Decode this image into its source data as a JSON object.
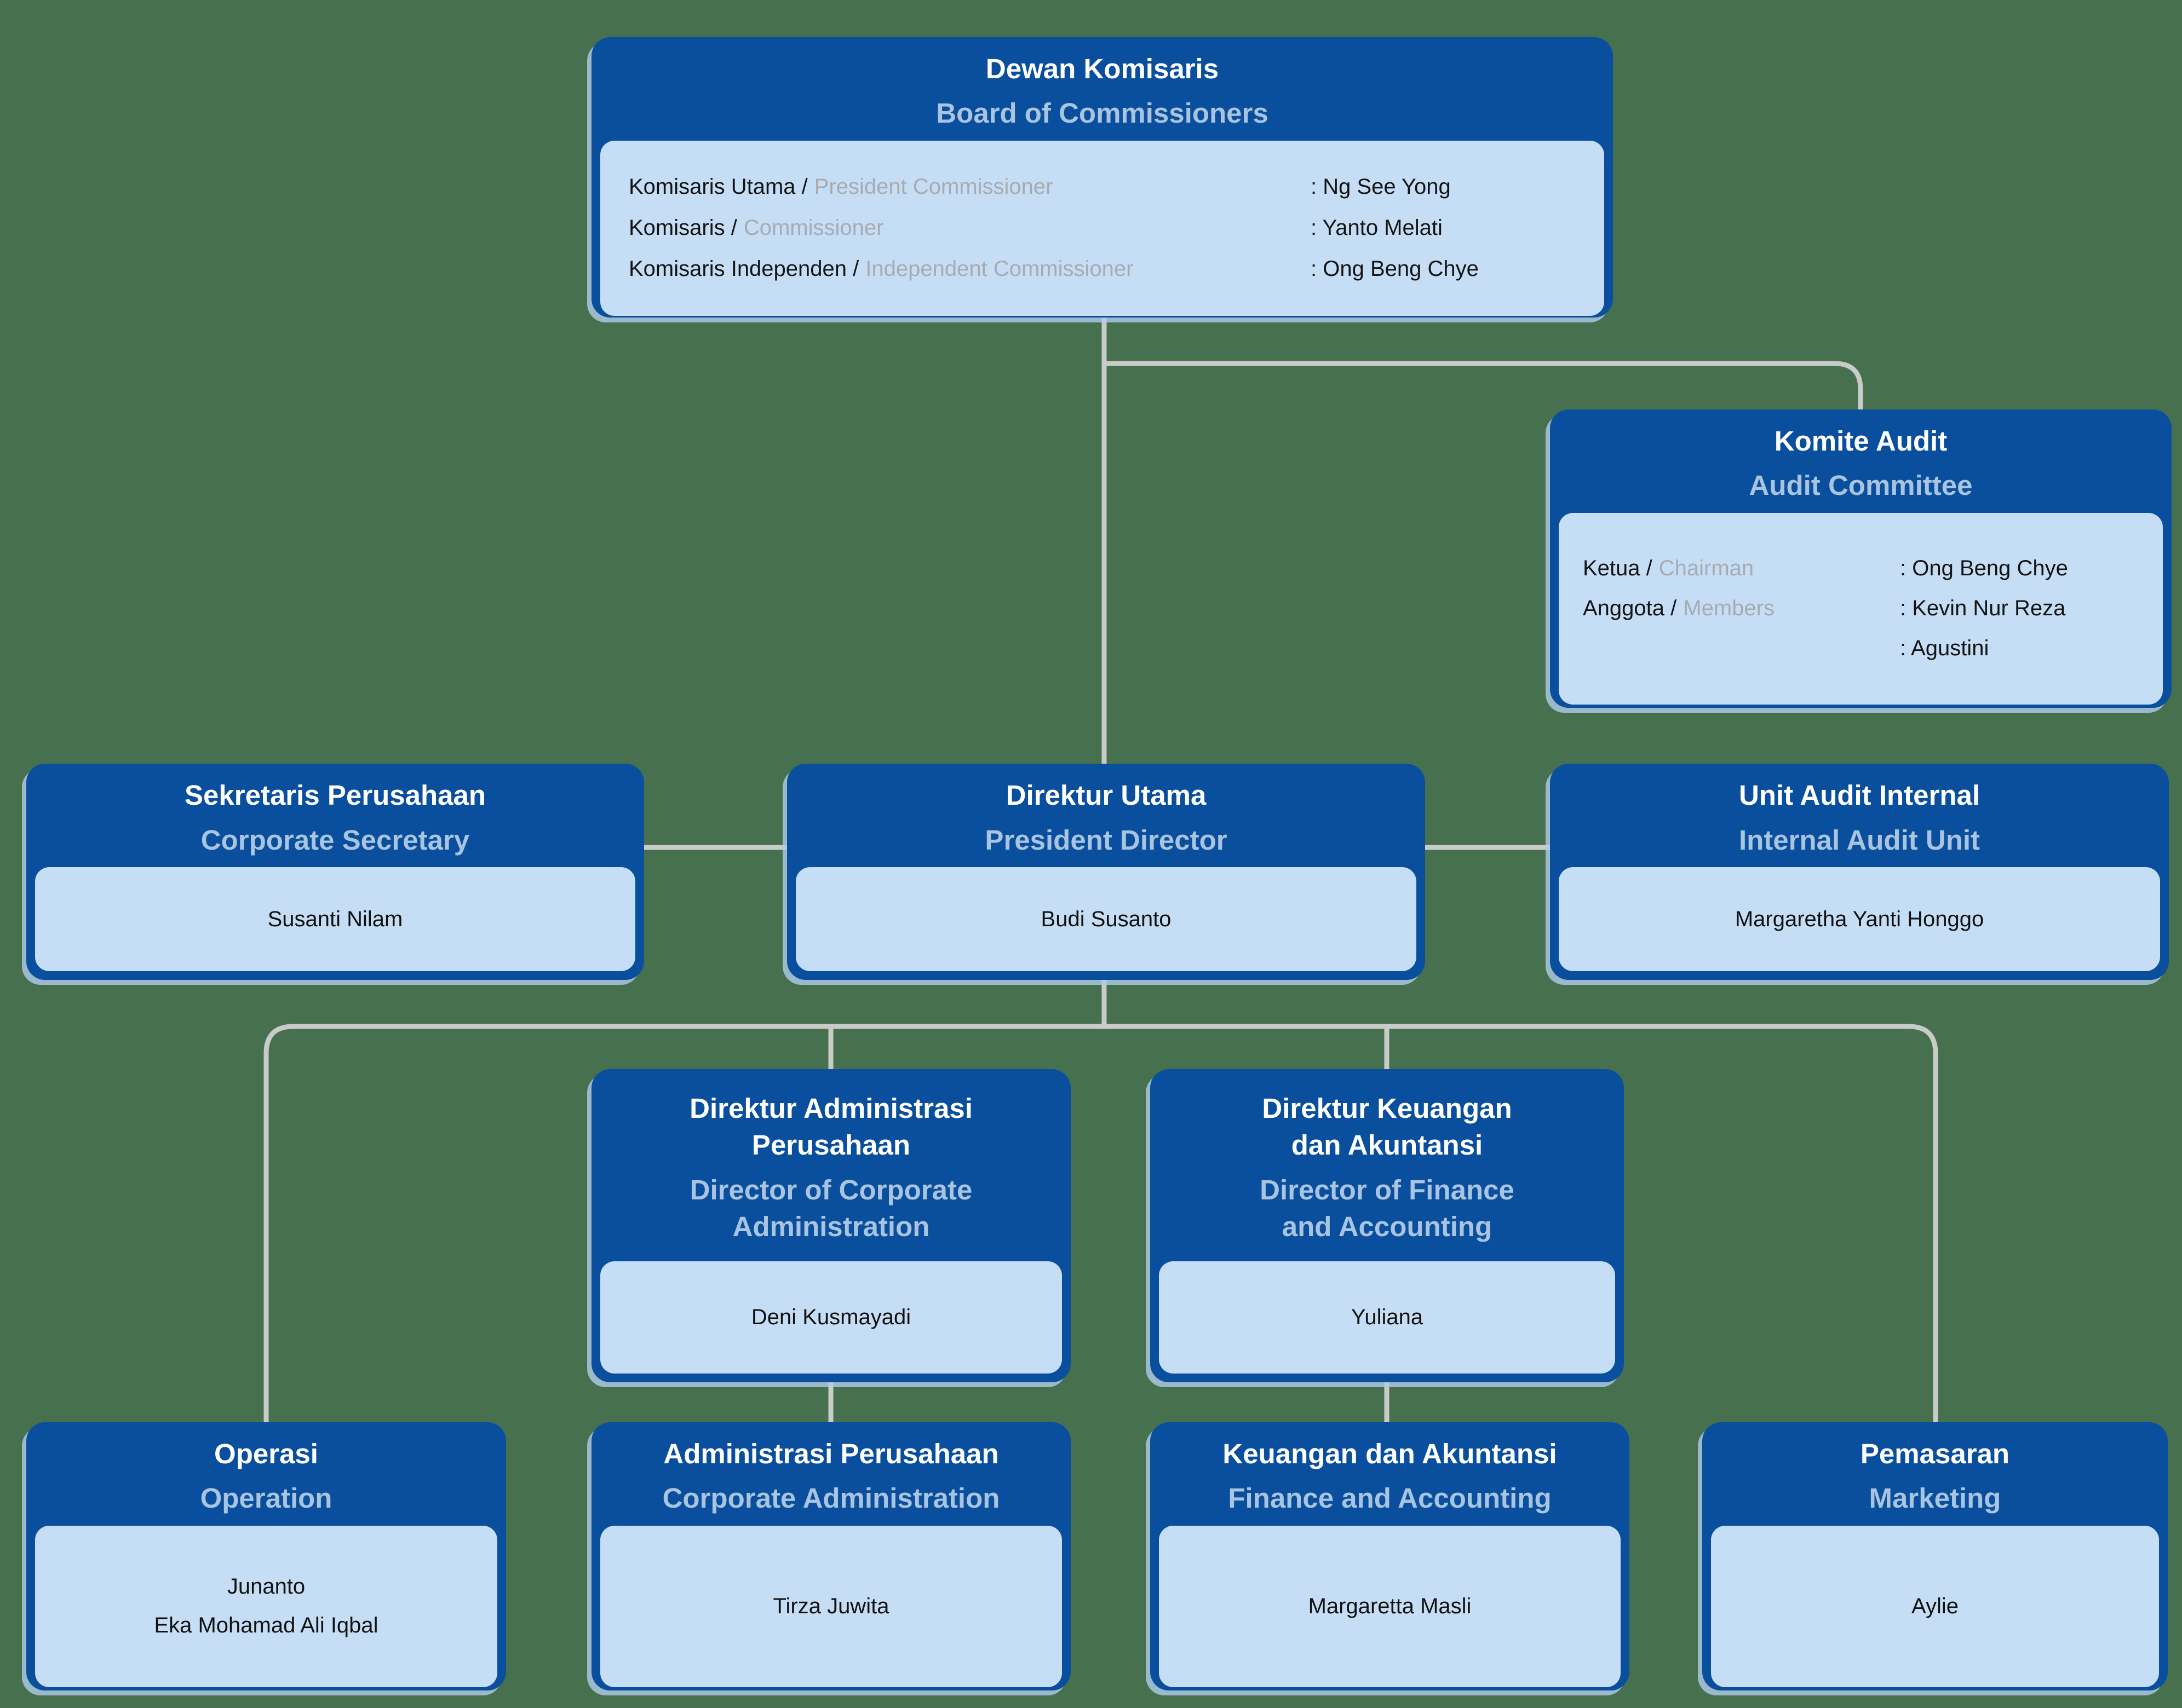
{
  "colors": {
    "background": "#47714e",
    "node_header_blue": "#0a4f9d",
    "node_body_blue": "#c6def5",
    "title_en_blue": "#a9c4e0",
    "label_en_gray": "#a7abb0",
    "text_dark": "#141414",
    "connector": "#c9cbc9"
  },
  "nodes": {
    "dewan_komisaris": {
      "title_id": "Dewan Komisaris",
      "title_en": "Board of Commissioners",
      "members": [
        {
          "label": "Komisaris Utama /",
          "label_en": "President Commissioner",
          "value": ": Ng See Yong"
        },
        {
          "label": "Komisaris /",
          "label_en": "Commissioner",
          "value": ": Yanto Melati"
        },
        {
          "label": "Komisaris Independen /",
          "label_en": "Independent Commissioner",
          "value": ": Ong Beng Chye"
        }
      ]
    },
    "komite_audit": {
      "title_id": "Komite Audit",
      "title_en": "Audit Committee",
      "members": [
        {
          "label": "Ketua /",
          "label_en": "Chairman",
          "value": ": Ong Beng Chye"
        },
        {
          "label": "Anggota /",
          "label_en": "Members",
          "value": ": Kevin Nur Reza"
        },
        {
          "label": "",
          "label_en": "",
          "value": ": Agustini"
        }
      ]
    },
    "sekretaris_perusahaan": {
      "title_id": "Sekretaris Perusahaan",
      "title_en": "Corporate Secretary",
      "names": [
        "Susanti Nilam"
      ]
    },
    "direktur_utama": {
      "title_id": "Direktur Utama",
      "title_en": "President Director",
      "names": [
        "Budi Susanto"
      ]
    },
    "unit_audit_internal": {
      "title_id": "Unit Audit Internal",
      "title_en": "Internal Audit Unit",
      "names": [
        "Margaretha Yanti Honggo"
      ]
    },
    "direktur_administrasi": {
      "title_id_lines": [
        "Direktur Administrasi",
        "Perusahaan"
      ],
      "title_en_lines": [
        "Director of Corporate",
        "Administration"
      ],
      "names": [
        "Deni Kusmayadi"
      ]
    },
    "direktur_keuangan": {
      "title_id_lines": [
        "Direktur Keuangan",
        "dan Akuntansi"
      ],
      "title_en_lines": [
        "Director of Finance",
        "and Accounting"
      ],
      "names": [
        "Yuliana"
      ]
    },
    "operasi": {
      "title_id": "Operasi",
      "title_en": "Operation",
      "names": [
        "Junanto",
        "Eka Mohamad Ali Iqbal"
      ]
    },
    "administrasi_perusahaan": {
      "title_id": "Administrasi Perusahaan",
      "title_en": "Corporate Administration",
      "names": [
        "Tirza Juwita"
      ]
    },
    "keuangan_akuntansi": {
      "title_id": "Keuangan dan Akuntansi",
      "title_en": "Finance and Accounting",
      "names": [
        "Margaretta Masli"
      ]
    },
    "pemasaran": {
      "title_id": "Pemasaran",
      "title_en": "Marketing",
      "names": [
        "Aylie"
      ]
    }
  }
}
